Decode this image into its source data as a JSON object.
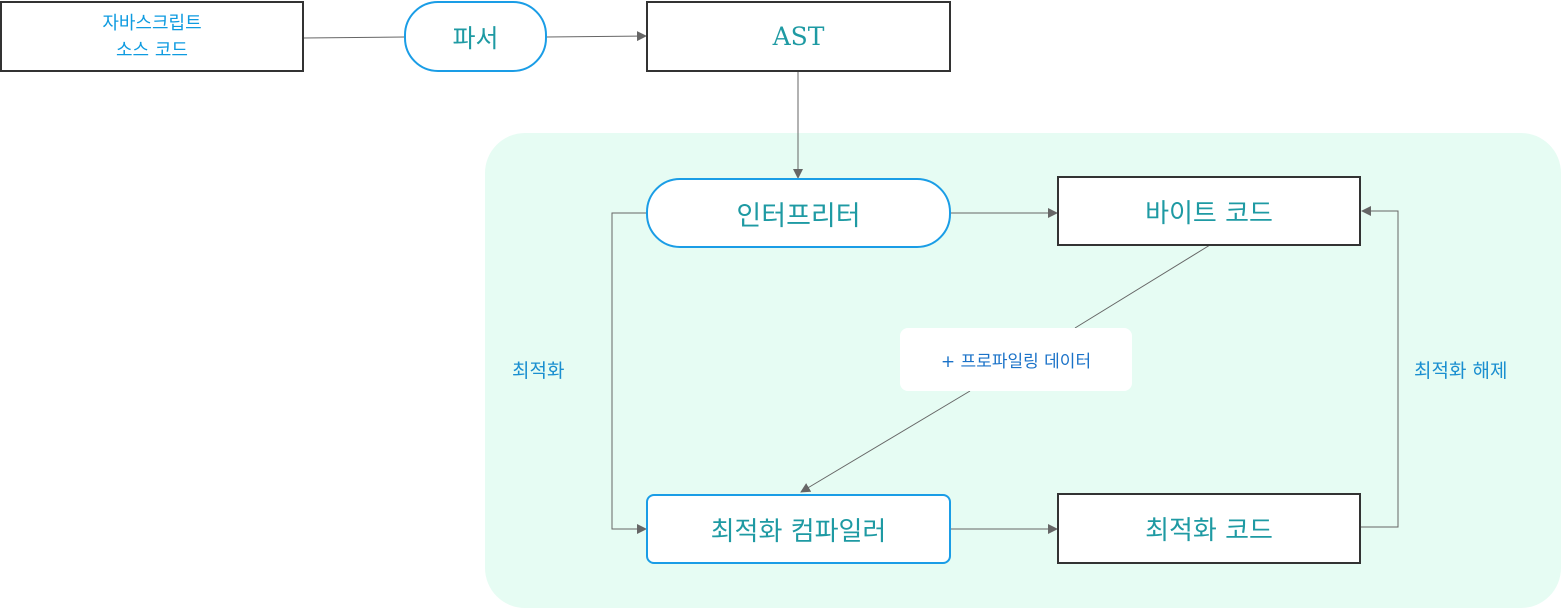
{
  "nodes": {
    "source": "자바스크립트\n소스 코드",
    "parser": "파서",
    "ast": "AST",
    "interpreter": "인터프리터",
    "bytecode": "바이트 코드",
    "compiler": "최적화 컴파일러",
    "optimized": "최적화 코드"
  },
  "labels": {
    "profiling": "+ 프로파일링 데이터",
    "optimize": "최적화",
    "deoptimize": "최적화 해제"
  },
  "colors": {
    "node_text": "#1e9aa3",
    "label_text": "#1a8fd0",
    "pill_border": "#1a9de6",
    "panel_bg": "#e6fcf3",
    "edge": "#666666"
  }
}
